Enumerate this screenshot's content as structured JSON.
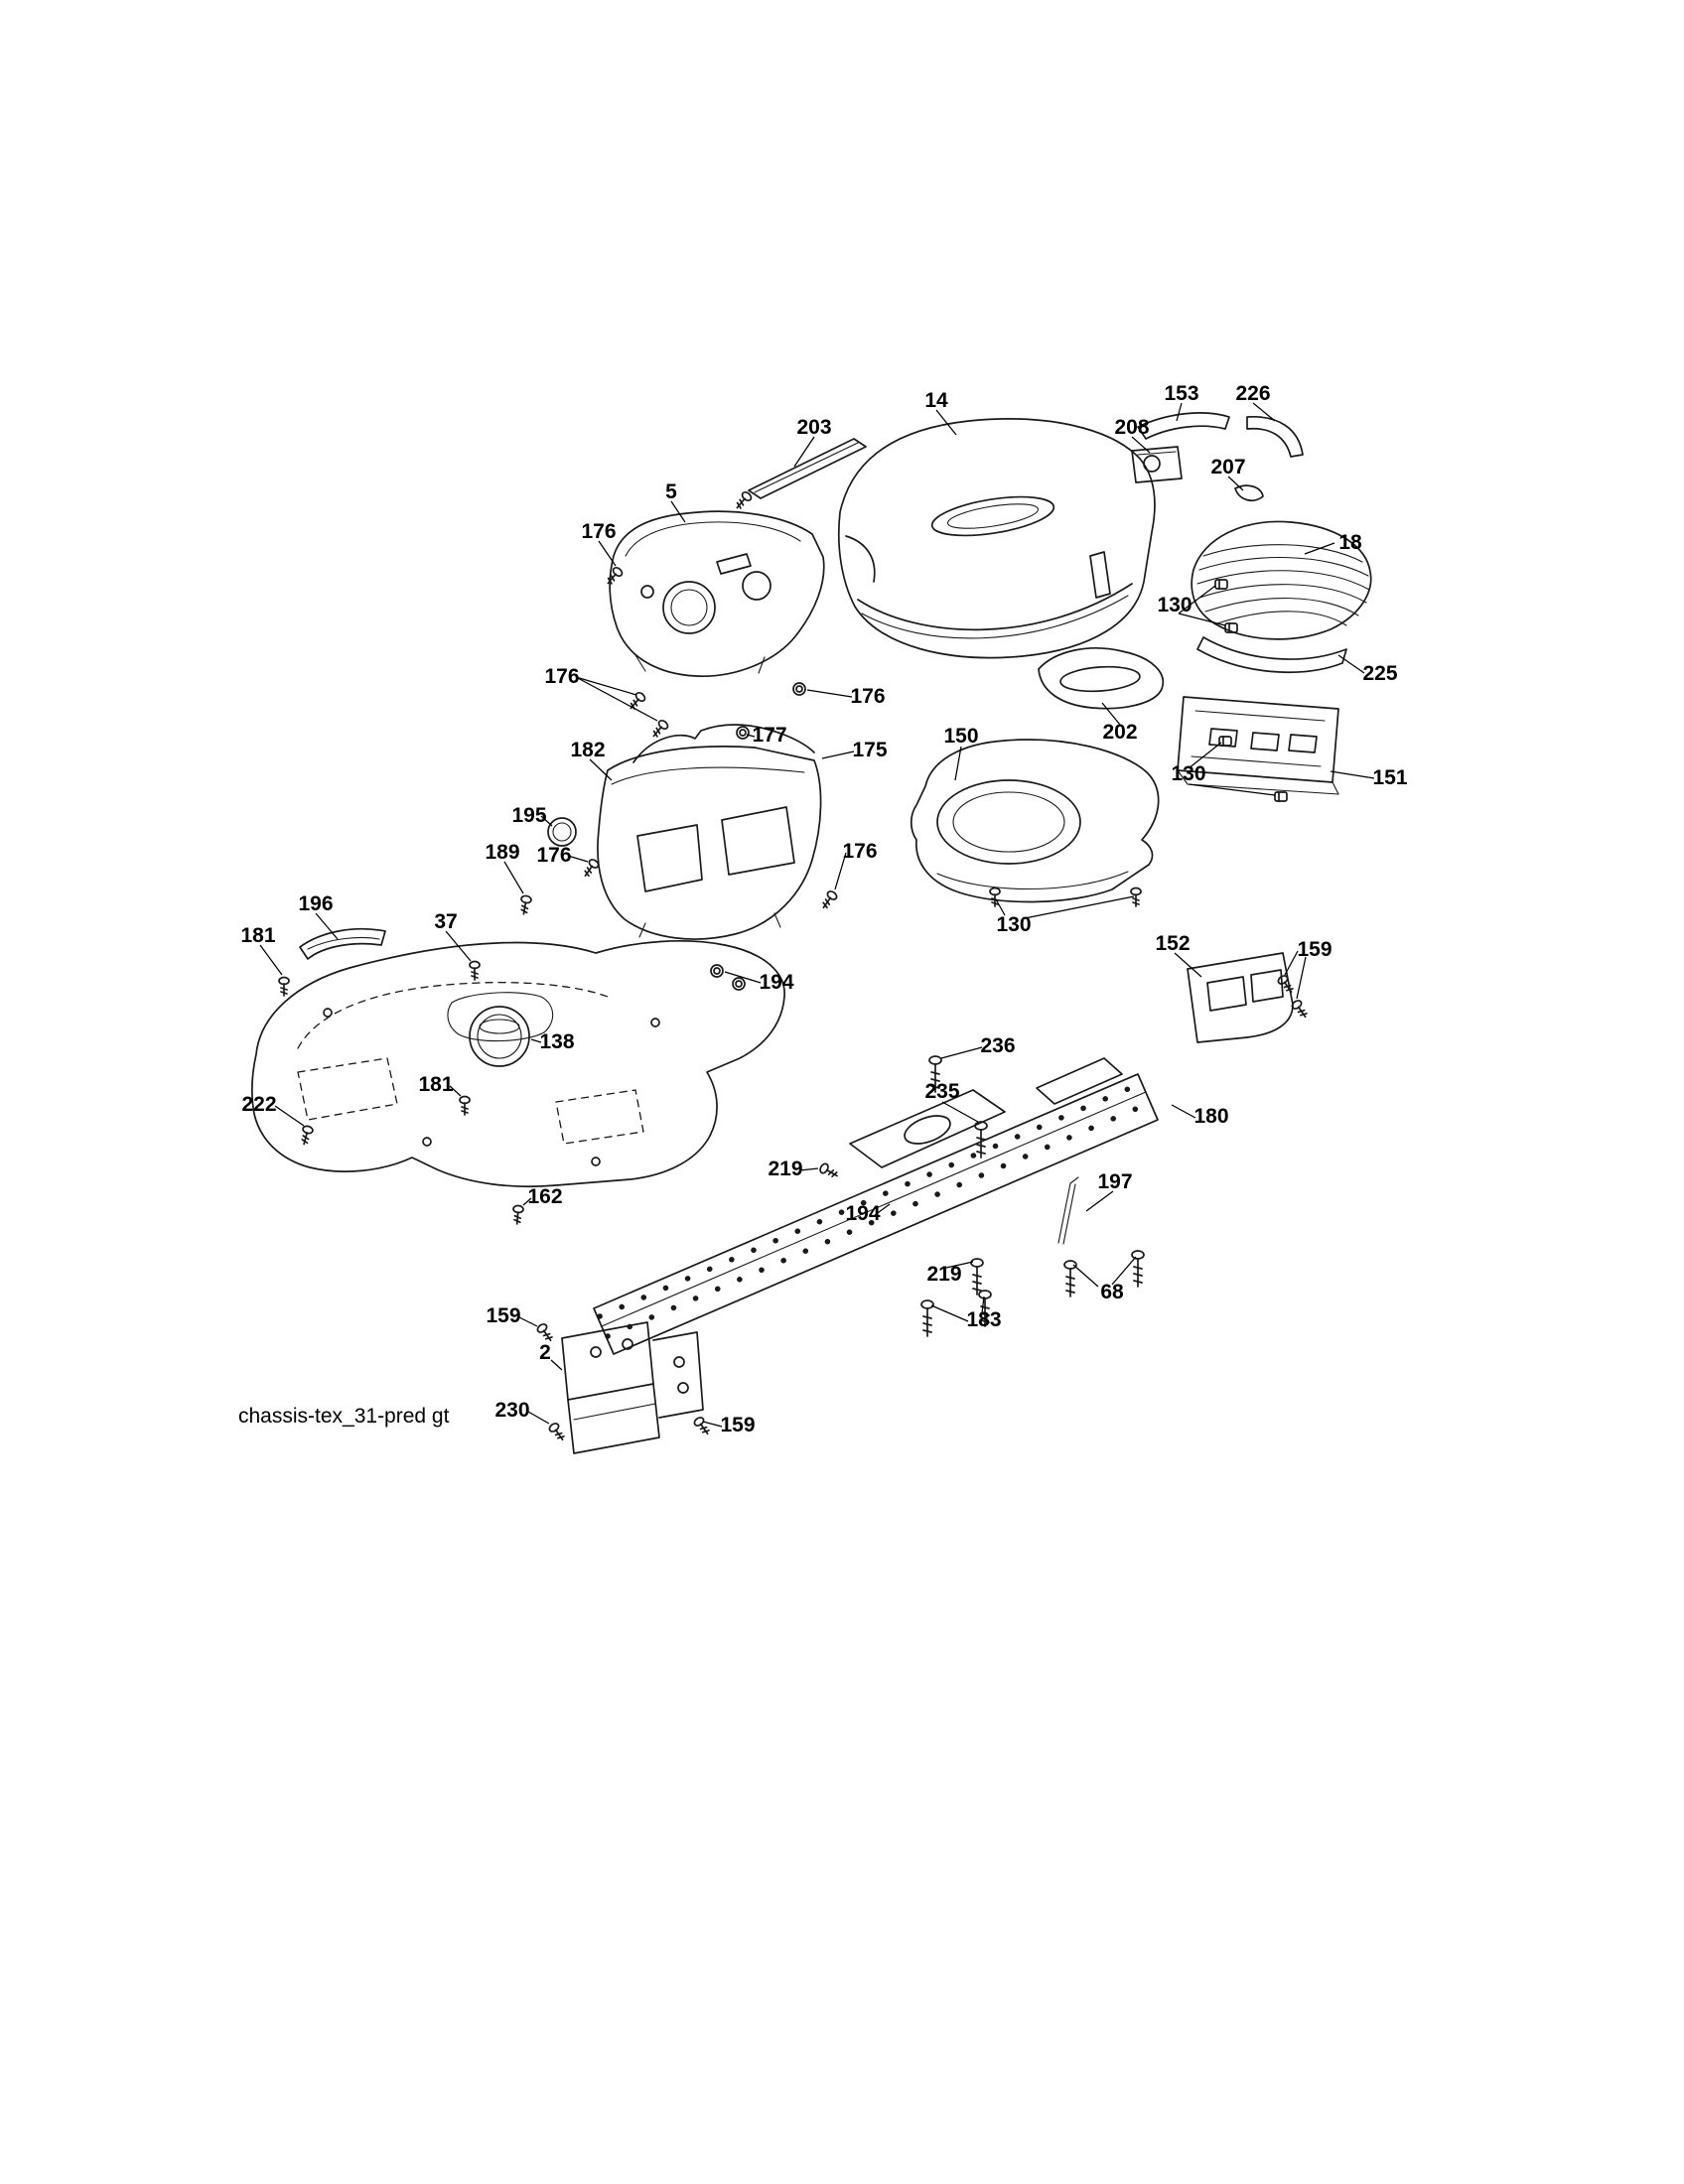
{
  "page": {
    "background": "#ffffff",
    "ink": "#1a1a1a"
  },
  "caption": "chassis-tex_31-pred gt",
  "diagram": {
    "type": "exploded-parts-diagram",
    "subject": "lawn tractor chassis",
    "part_numbers": [
      "2",
      "5",
      "14",
      "18",
      "37",
      "68",
      "130",
      "138",
      "150",
      "151",
      "152",
      "153",
      "159",
      "162",
      "175",
      "176",
      "177",
      "180",
      "181",
      "182",
      "183",
      "189",
      "194",
      "195",
      "196",
      "197",
      "202",
      "203",
      "207",
      "208",
      "219",
      "222",
      "225",
      "226",
      "230",
      "235",
      "236"
    ]
  },
  "labels": {
    "p203": "203",
    "p14": "14",
    "p153": "153",
    "p226": "226",
    "p208": "208",
    "p207": "207",
    "p5": "5",
    "p176a": "176",
    "p18": "18",
    "p130a": "130",
    "p225": "225",
    "p176b": "176",
    "p176c": "176",
    "p177": "177",
    "p175": "175",
    "p202": "202",
    "p150": "150",
    "p130b": "130",
    "p151": "151",
    "p182": "182",
    "p195": "195",
    "p189": "189",
    "p176d": "176",
    "p176e": "176",
    "p196": "196",
    "p37": "37",
    "p181a": "181",
    "p194a": "194",
    "p130c": "130",
    "p152": "152",
    "p159a": "159",
    "p138": "138",
    "p236": "236",
    "p235": "235",
    "p181b": "181",
    "p222": "222",
    "p180": "180",
    "p219a": "219",
    "p197": "197",
    "p162": "162",
    "p194b": "194",
    "p219b": "219",
    "p68": "68",
    "p183": "183",
    "p159b": "159",
    "p2": "2",
    "p230": "230",
    "p159c": "159"
  }
}
